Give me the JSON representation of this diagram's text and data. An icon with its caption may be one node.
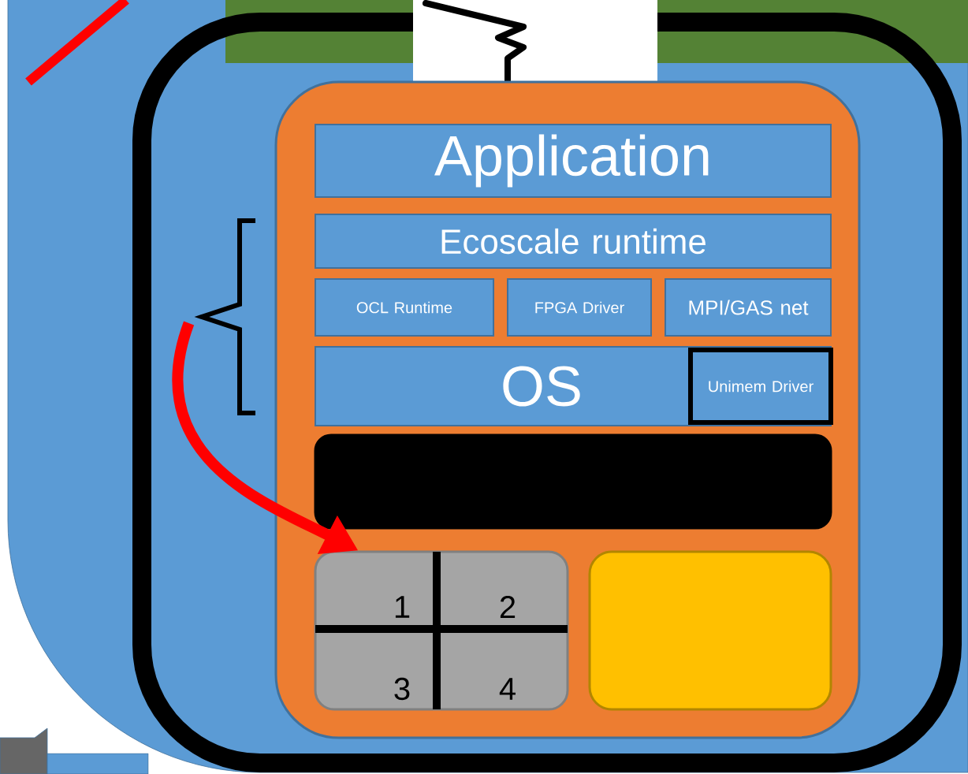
{
  "diagram": {
    "nodes": [
      {
        "text": [],
        "shape": "box"
      },
      {
        "text": [
          "Application"
        ],
        "in": 0
      },
      {
        "text": [
          "Ecoscale runtime"
        ],
        "in": 0
      },
      {
        "text": [
          "OCL Runtime"
        ],
        "in": 0
      },
      {
        "text": [
          "FPGA Driver"
        ],
        "in": 0
      },
      {
        "text": [
          "MPI/GAS net"
        ],
        "in": 0
      },
      {
        "text": [
          "OS"
        ],
        "in": 0
      },
      {
        "text": [
          "Unimem Driver"
        ],
        "in": 6
      },
      {
        "text": [],
        "shape": "bar",
        "in": 0
      },
      {
        "text": [
          "1",
          "2",
          "3",
          "4"
        ],
        "in": 0
      },
      {
        "text": [],
        "shape": "box",
        "in": 0
      },
      {
        "text": [],
        "shape": "brace"
      },
      {
        "text": [],
        "shape": "band"
      }
    ],
    "edges": [
      {
        "from": 11,
        "to": 9,
        "arrow": "to",
        "color": "#ff0000"
      }
    ]
  }
}
